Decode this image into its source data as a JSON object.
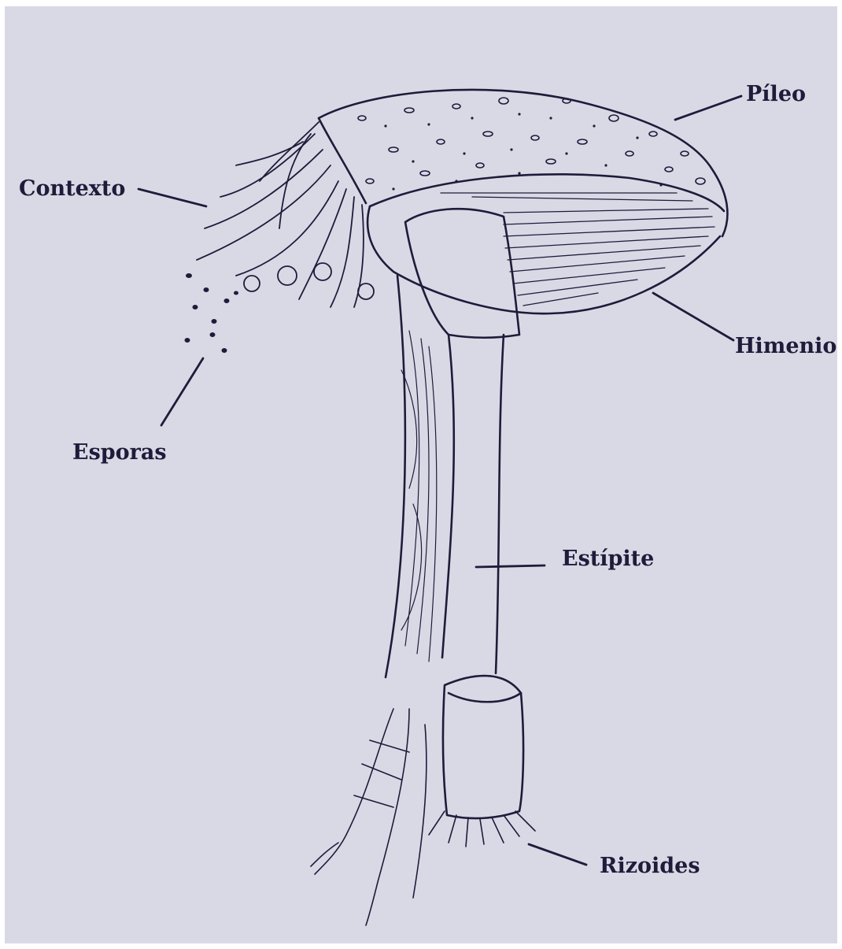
{
  "labels": {
    "pileo": "Píleo",
    "contexto": "Contexto",
    "himenio": "Himenio",
    "esporas": "Esporas",
    "estipite": "Estípite",
    "rizoides": "Rizoides"
  },
  "colors": {
    "ink": "#1f1b3a",
    "paper": "#d9d9e6"
  }
}
